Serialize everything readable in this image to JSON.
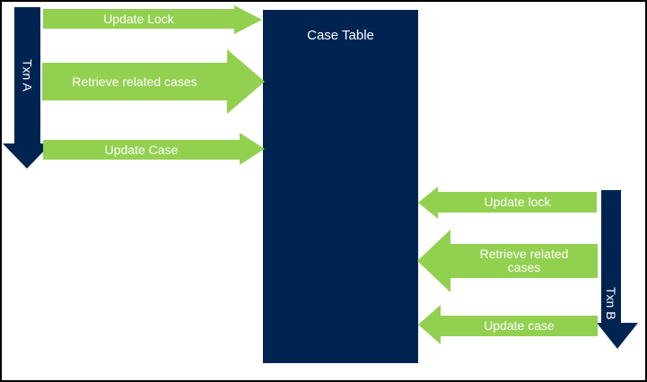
{
  "diagram": {
    "case_table": {
      "title": "Case Table"
    },
    "txn_a": {
      "label": "Txn A"
    },
    "txn_b": {
      "label": "Txn B"
    },
    "txn_a_steps": [
      {
        "label": "Update Lock",
        "direction": "right"
      },
      {
        "label": "Retrieve related cases",
        "direction": "right"
      },
      {
        "label": "Update Case",
        "direction": "right"
      }
    ],
    "txn_b_steps": [
      {
        "label": "Update lock",
        "direction": "left"
      },
      {
        "label": "Retrieve related cases",
        "direction": "left"
      },
      {
        "label": "Update case",
        "direction": "left"
      }
    ],
    "colors": {
      "navy": "#002452",
      "green": "#92D050",
      "label_text": "#FFFFFF",
      "background": "#FFFFFF",
      "frame_border": "#000000"
    }
  }
}
